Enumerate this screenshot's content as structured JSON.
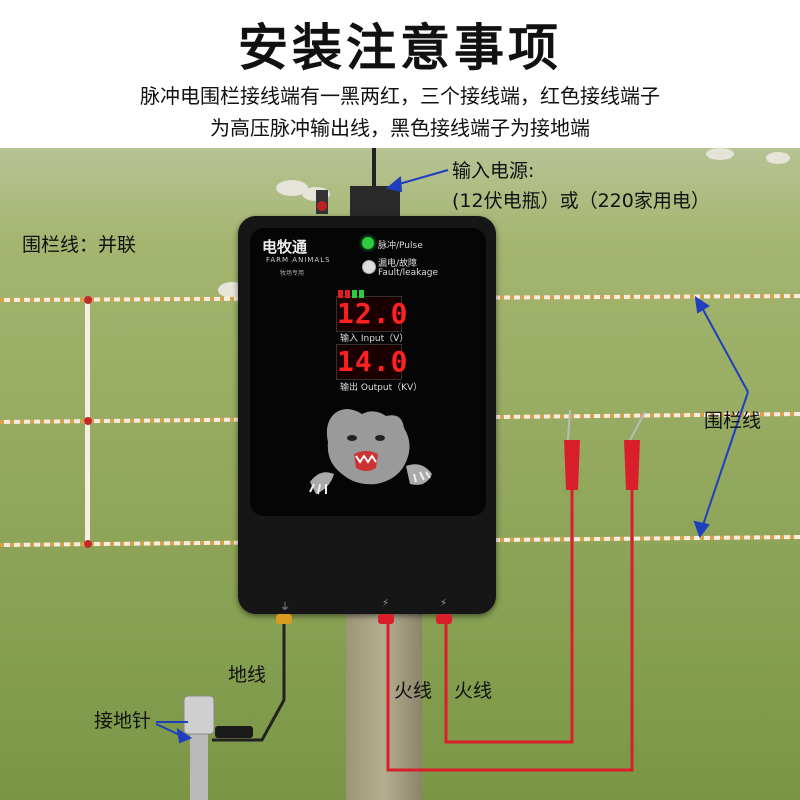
{
  "header": {
    "title": "安装注意事项",
    "line1": "脉冲电围栏接线端有一黑两红，三个接线端，红色接线端子",
    "line2": "为高压脉冲输出线，黑色接线端子为接地端"
  },
  "labels": {
    "power_line1": "输入电源:",
    "power_line2": "(12伏电瓶）或（220家用电）",
    "fence_parallel": "围栏线：并联",
    "fence_wire": "围栏线",
    "ground_wire": "地线",
    "live1": "火线",
    "live2": "火线",
    "ground_rod": "接地针"
  },
  "device": {
    "brand": "电牧通",
    "brand_sub": "FARM ANIMALS",
    "brand_sub2": "牧场专用",
    "pulse_label": "脉冲/Pulse",
    "fault_label_cn": "漏电/故障",
    "fault_label_en": "Fault/leakage",
    "input_value": "12.0",
    "input_label": "输入 Input（V）",
    "output_value": "14.0",
    "output_label": "输出 Output（KV）",
    "term_ground": "⏚",
    "term_out1": "⚡",
    "term_out2": "⚡"
  },
  "colors": {
    "grass_top": "#aab97a",
    "grass_bottom": "#7f9b48",
    "device": "#161616",
    "led_green": "#2ecc40",
    "display_red": "#ff2020",
    "wire_red": "#d9202a",
    "arrow_blue": "#1f3fbf"
  }
}
